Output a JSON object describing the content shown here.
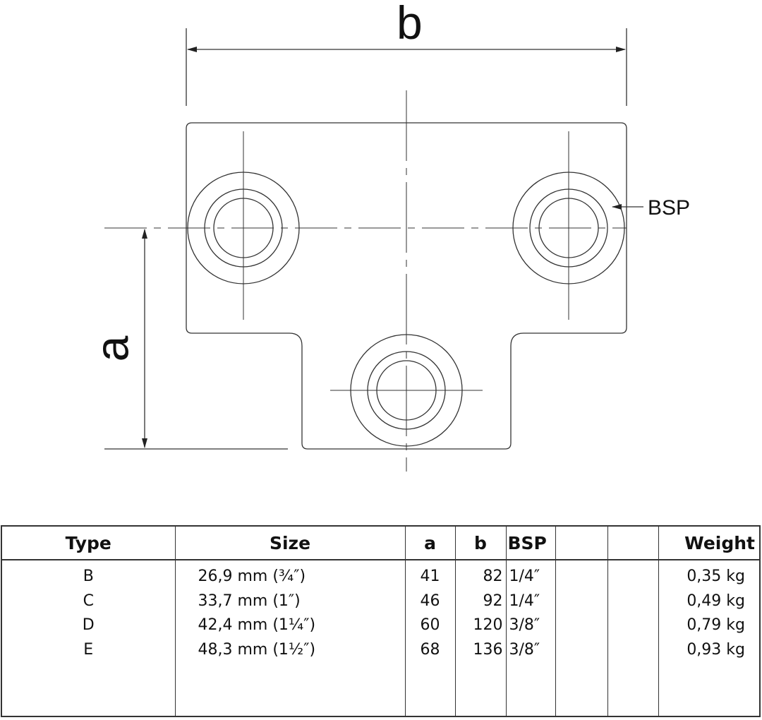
{
  "drawing": {
    "dim_b_label": "b",
    "dim_a_label": "a",
    "bsp_label": "BSP"
  },
  "table": {
    "headers": [
      "Type",
      "Size",
      "a",
      "b",
      "BSP",
      "",
      "",
      "Weight"
    ],
    "rows": [
      {
        "type": "B",
        "size": "26,9 mm (¾″)",
        "a": "41",
        "b": "82",
        "bsp": "1/4″",
        "weight": "0,35 kg"
      },
      {
        "type": "C",
        "size": "33,7 mm (1″)",
        "a": "46",
        "b": "92",
        "bsp": "1/4″",
        "weight": "0,49 kg"
      },
      {
        "type": "D",
        "size": "42,4 mm (1¼″)",
        "a": "60",
        "b": "120",
        "bsp": "3/8″",
        "weight": "0,79 kg"
      },
      {
        "type": "E",
        "size": "48,3 mm (1½″)",
        "a": "68",
        "b": "136",
        "bsp": "3/8″",
        "weight": "0,93 kg"
      }
    ]
  }
}
